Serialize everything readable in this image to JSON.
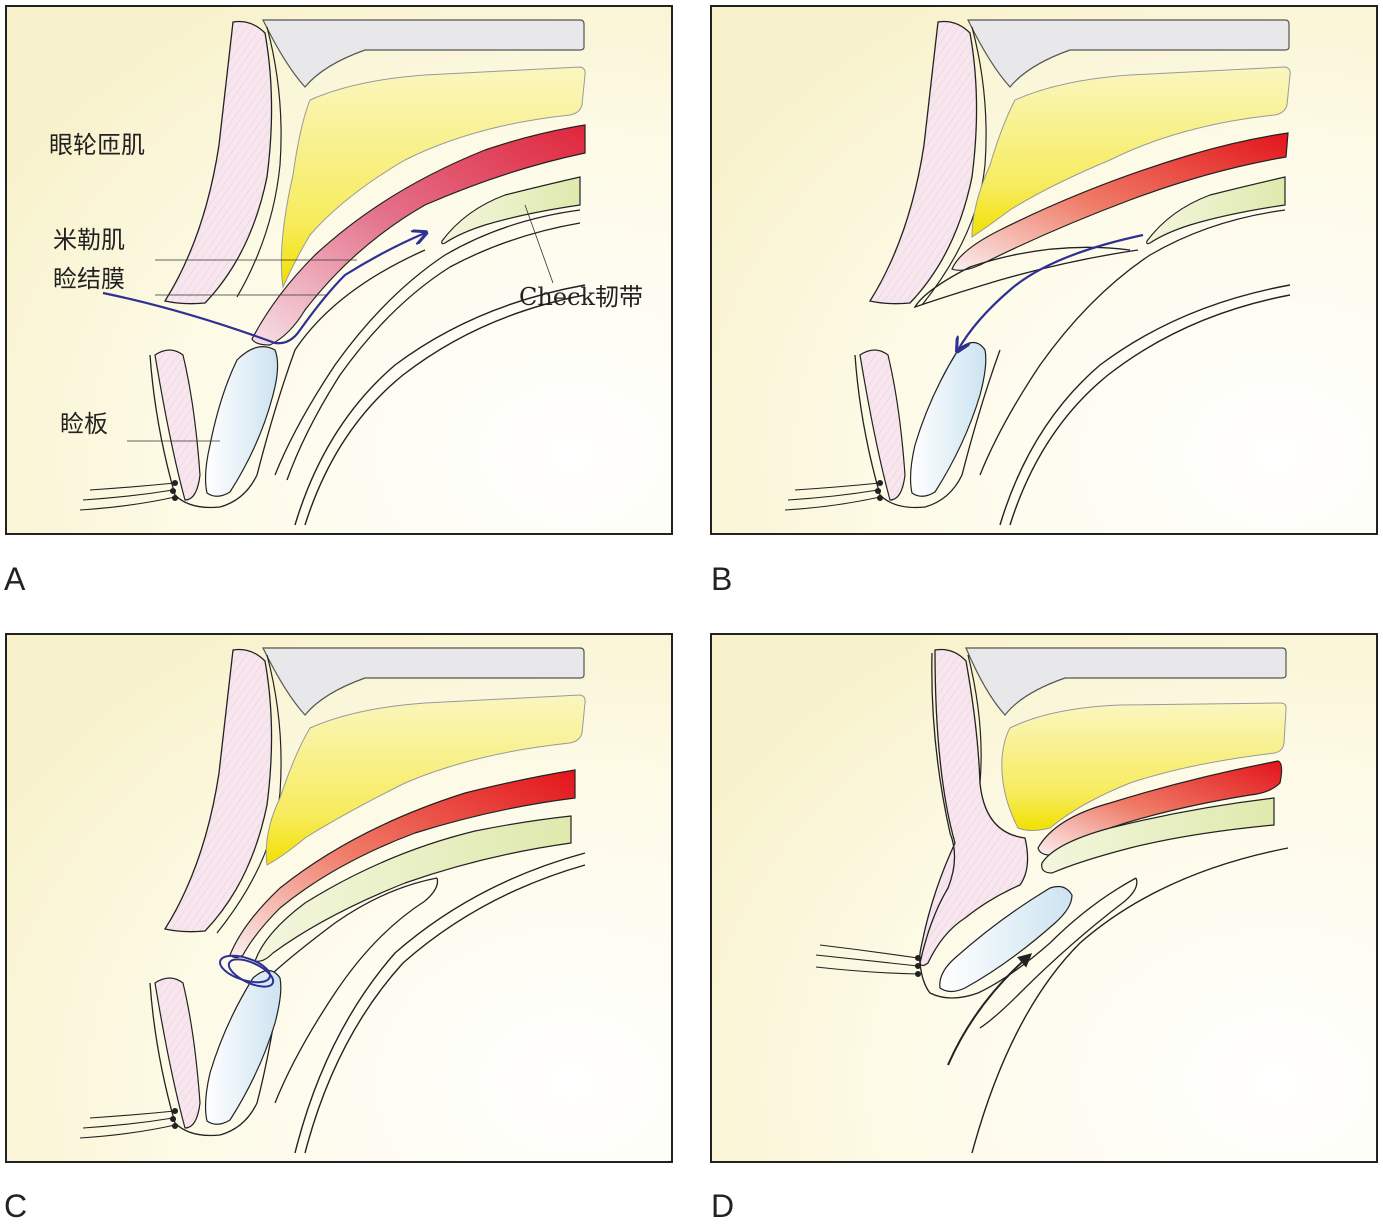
{
  "panels": [
    {
      "letter": "A"
    },
    {
      "letter": "B"
    },
    {
      "letter": "C"
    },
    {
      "letter": "D"
    }
  ],
  "labels": {
    "orbicularis": "眼轮匝肌",
    "muller": "米勒肌",
    "conjunctiva": "睑结膜",
    "check_ligament": "Check韧带",
    "tarsus": "睑板"
  },
  "colors": {
    "fat": "#f6ee86",
    "muscle": "#e23a3a",
    "ligament": "#e4edb8",
    "tarsus": "#dbeaf4",
    "orbicularis": "#f6e3ea",
    "bone": "#e8e8ea",
    "arrow": "#2e3192",
    "background": "#fdfbe9"
  }
}
